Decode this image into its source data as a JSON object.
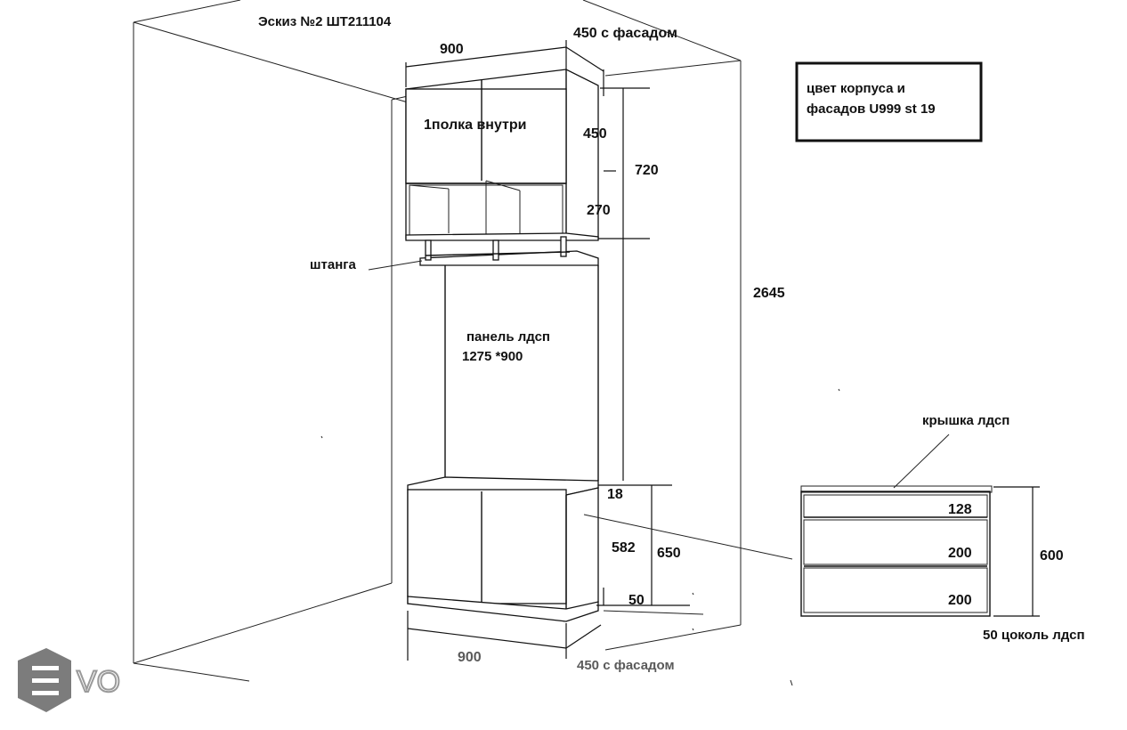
{
  "title": "Эскиз №2 ШТ211104",
  "color_note": {
    "line1": "цвет корпуса и",
    "line2": "фасадов U999 st 19"
  },
  "dimensions": {
    "top_width": "900",
    "top_depth": "450 с фасадом",
    "upper_cabinet_height": "450",
    "open_section_height": "270",
    "upper_total_height": "720",
    "total_height": "2645",
    "countertop_thickness": "18",
    "lower_body_height": "582",
    "lower_total_height": "650",
    "plinth_height": "50",
    "bottom_width": "900",
    "bottom_depth": "450 с фасадом"
  },
  "labels": {
    "shelf_inside": "1полка внутри",
    "rod": "штанга",
    "panel_line1": "панель лдсп",
    "panel_line2": "1275 *900"
  },
  "detail": {
    "top_label": "крышка лдсп",
    "drawer1": "128",
    "drawer2": "200",
    "drawer3": "200",
    "height": "600",
    "plinth": "50 цоколь лдсп"
  },
  "logo": {
    "text": "VO"
  }
}
